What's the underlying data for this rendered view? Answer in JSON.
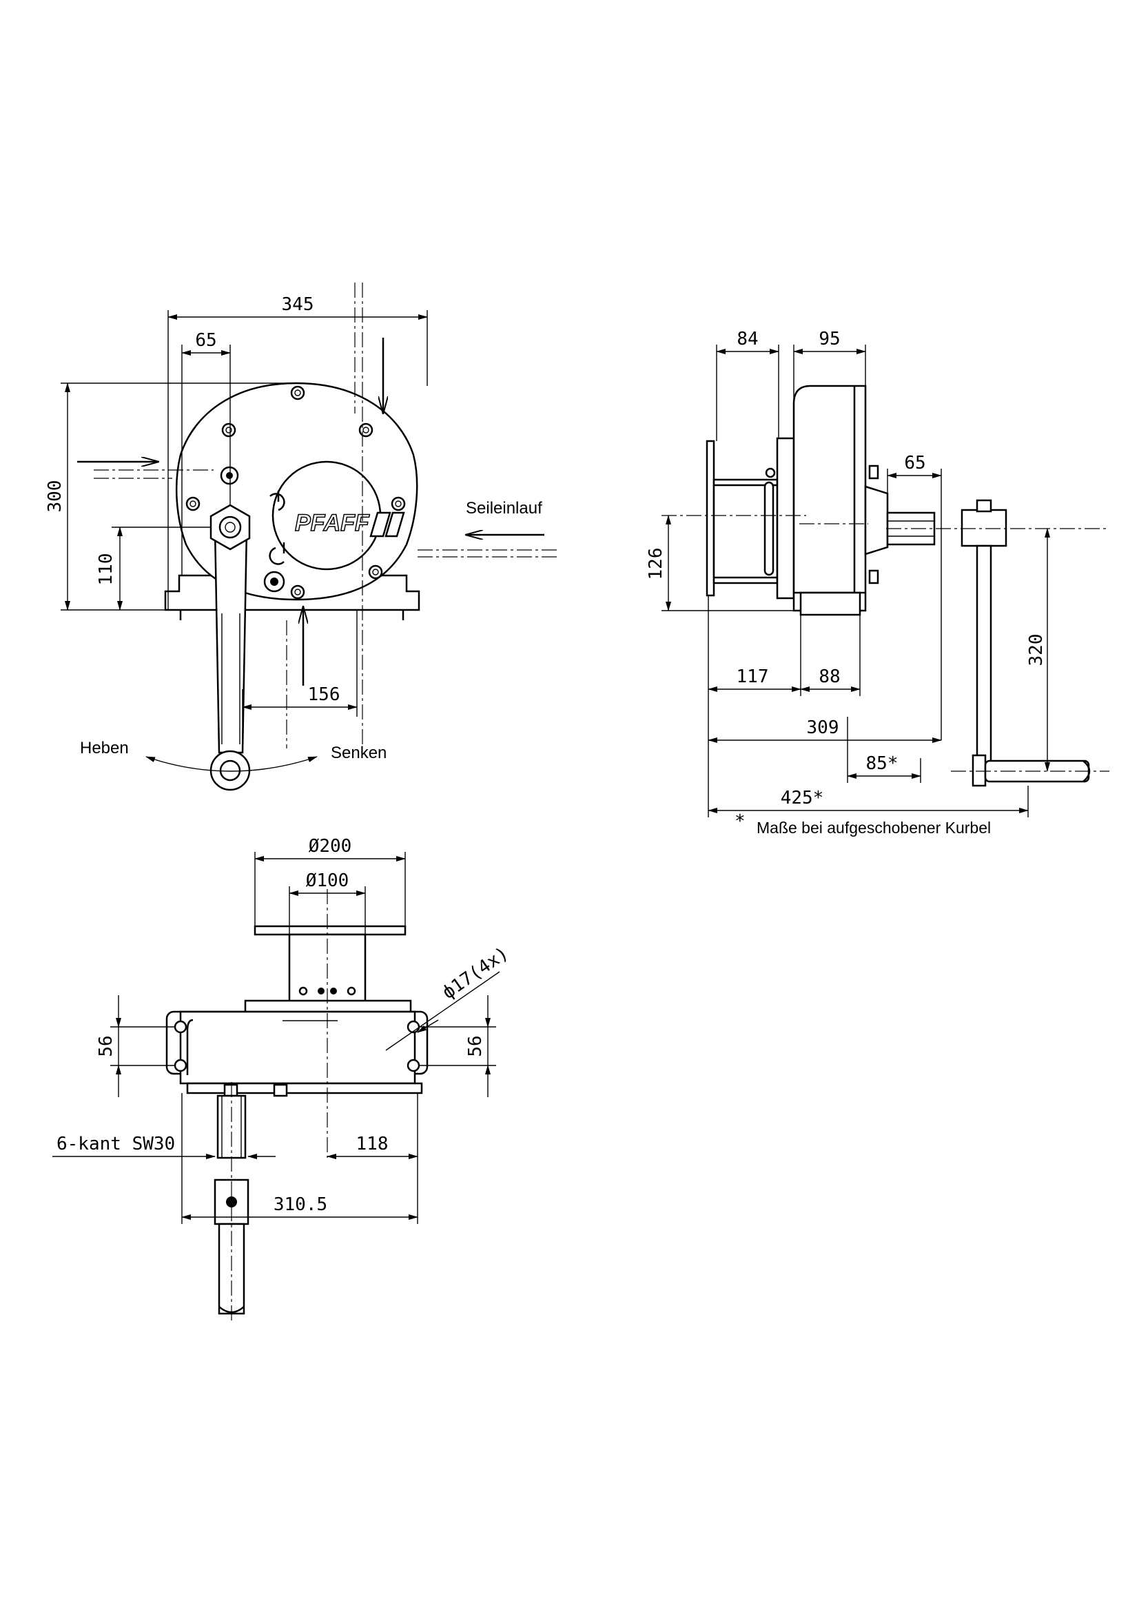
{
  "front_view": {
    "dim_width": "345",
    "dim_offset": "65",
    "dim_height": "300",
    "dim_axis_height": "110",
    "dim_crank_offset": "156",
    "rope_entry_label": "Seileinlauf",
    "lift_label": "Heben",
    "lower_label": "Senken",
    "brand": "PFAFF"
  },
  "side_view": {
    "dim_drum": "84",
    "dim_housing": "95",
    "dim_shaft": "65",
    "dim_axis_height": "126",
    "dim_crank_radius": "320",
    "dim_117": "117",
    "dim_88": "88",
    "dim_309": "309",
    "dim_85": "85*",
    "dim_425": "425*",
    "footnote_star": "*",
    "footnote_text": "Maße bei aufgeschobener Kurbel"
  },
  "top_view": {
    "dim_flange_dia": "Ø200",
    "dim_drum_dia": "Ø100",
    "dim_holes": "ф17(4x)",
    "dim_hole_spacing_left": "56",
    "dim_hole_spacing_right": "56",
    "dim_hex": "6-kant SW30",
    "dim_118": "118",
    "dim_310": "310.5"
  }
}
